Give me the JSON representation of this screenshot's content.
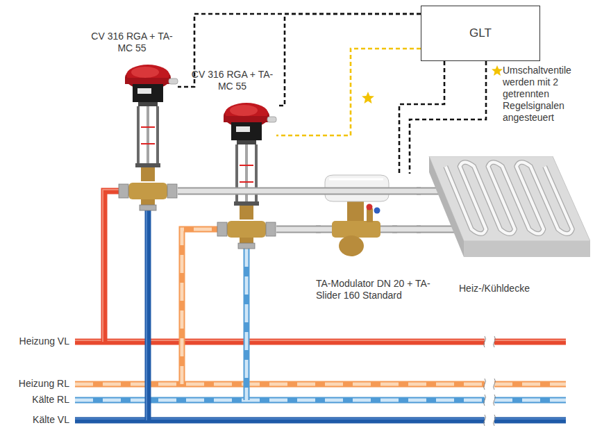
{
  "diagram": {
    "nodes": [
      {
        "text": [
          "CV 316 RGA + TA-MC 55"
        ]
      },
      {
        "text": [
          "GLT"
        ]
      },
      {
        "text": [
          "CV 316 RGA + TA-MC 55"
        ]
      },
      {
        "text": [
          "TA-Modulator DN 20 + TA-Slider 160 Standard"
        ]
      },
      {
        "text": [
          "Heiz-/Kühldecke"
        ]
      }
    ],
    "edges": [
      {
        "from": 1,
        "to": 0,
        "arrow": "none"
      },
      {
        "from": 1,
        "to": 2,
        "arrow": "none"
      },
      {
        "from": 1,
        "to": 2,
        "arrow": "none"
      },
      {
        "from": 1,
        "to": 3,
        "arrow": "none"
      },
      {
        "from": 1,
        "to": 3,
        "arrow": "none"
      },
      {
        "from": 0,
        "to": 4,
        "arrow": "none"
      },
      {
        "from": 2,
        "to": 3,
        "arrow": "none"
      },
      {
        "from": 3,
        "to": 4,
        "arrow": "none"
      }
    ],
    "labels": [
      "Heizung VL",
      "Heizung RL",
      "Kälte RL",
      "Kälte VL",
      "Umschaltventile werden mit 2 getrennten Regelsignalen angesteuert"
    ]
  }
}
